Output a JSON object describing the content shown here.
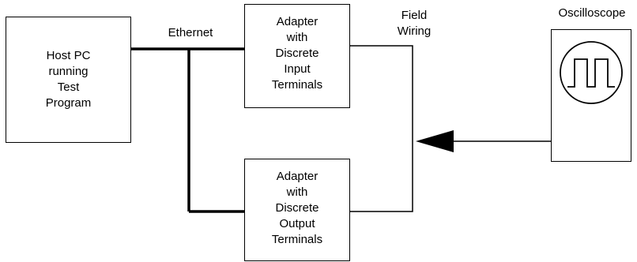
{
  "diagram": {
    "nodes": {
      "host_pc": "Host PC\nrunning\nTest\nProgram",
      "input_adapter": "Adapter\nwith\nDiscrete\nInput\nTerminals",
      "output_adapter": "Adapter\nwith\nDiscrete\nOutput\nTerminals",
      "oscilloscope_title": "Oscilloscope"
    },
    "edge_labels": {
      "ethernet": "Ethernet",
      "field_wiring": "Field\nWiring"
    },
    "icons": {
      "oscilloscope_screen": "square-wave-icon"
    }
  }
}
